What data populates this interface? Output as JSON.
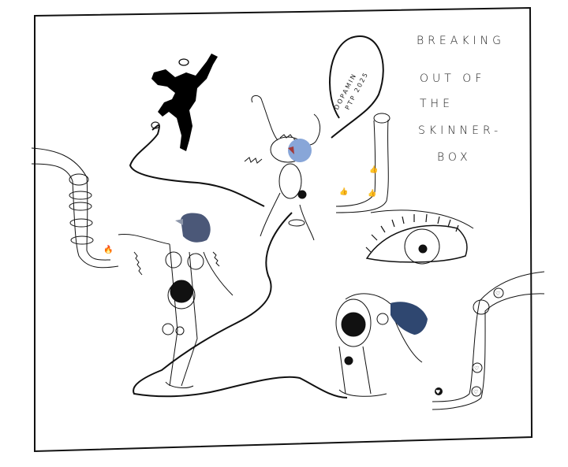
{
  "artwork": {
    "title_lines": [
      "BREAKING",
      "OUT OF",
      "THE",
      "SKINNER-",
      "BOX"
    ],
    "speech_bubble": {
      "line1": "DOPAMIN",
      "line2": "PTP 2025"
    },
    "colors": {
      "ink": "#111111",
      "paper": "#ffffff",
      "pigeon_light": "#7f9ccf",
      "pigeon_mid": "#5a6f93",
      "pigeon_dark": "#2e3f66"
    },
    "figures": [
      {
        "name": "silhouette-jumper",
        "fill": "#000000"
      },
      {
        "name": "pigeon-head-figure-top",
        "head_color": "#88a6d8"
      },
      {
        "name": "pigeon-head-figure-left",
        "head_color": "#4b5878"
      },
      {
        "name": "pigeon-head-figure-right",
        "head_color": "#2f4770"
      }
    ],
    "tubes": [
      {
        "name": "left-tube",
        "icon": "flame-icon"
      },
      {
        "name": "middle-tube",
        "icon": "thumbs-up-icon"
      },
      {
        "name": "right-tube",
        "icon": "heart-icon"
      }
    ]
  }
}
